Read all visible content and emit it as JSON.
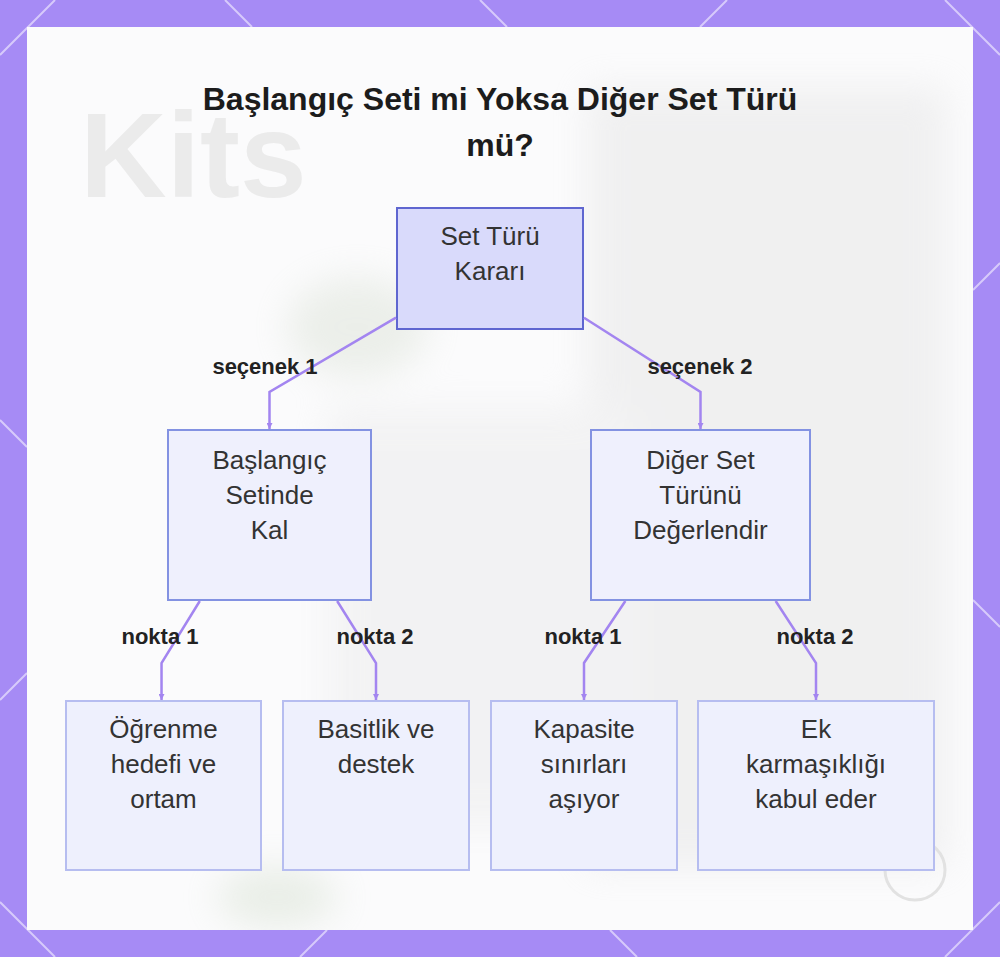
{
  "diagram": {
    "title": "Başlangıç Seti mi Yoksa Diğer Set Türü mü?",
    "nodes": [
      {
        "text": [
          "Set Türü Kararı"
        ]
      },
      {
        "text": [
          "Başlangıç Setinde Kal"
        ]
      },
      {
        "text": [
          "Diğer Set Türünü Değerlendir"
        ]
      },
      {
        "text": [
          "Öğrenme hedefi ve ortam"
        ]
      },
      {
        "text": [
          "Basitlik ve destek"
        ]
      },
      {
        "text": [
          "Kapasite sınırları aşıyor"
        ]
      },
      {
        "text": [
          "Ek karmaşıklığı kabul eder"
        ]
      }
    ],
    "edges": [
      {
        "from": 0,
        "to": 1,
        "label": "seçenek 1",
        "arrow": "to"
      },
      {
        "from": 0,
        "to": 2,
        "label": "seçenek 2",
        "arrow": "to"
      },
      {
        "from": 1,
        "to": 3,
        "label": "nokta 1",
        "arrow": "to"
      },
      {
        "from": 1,
        "to": 4,
        "label": "nokta 2",
        "arrow": "to"
      },
      {
        "from": 2,
        "to": 5,
        "label": "nokta 1",
        "arrow": "to"
      },
      {
        "from": 2,
        "to": 6,
        "label": "nokta 2",
        "arrow": "to"
      }
    ],
    "labels": [
      "Kits"
    ]
  }
}
